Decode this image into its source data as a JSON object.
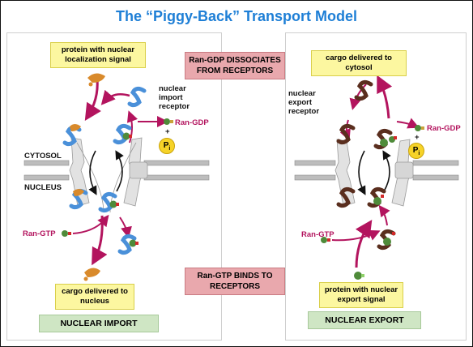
{
  "title": "The “Piggy-Back” Transport Model",
  "center": {
    "dissociates": "Ran-GDP DISSOCIATES FROM RECEPTORS",
    "binds": "Ran-GTP BINDS TO RECEPTORS"
  },
  "import": {
    "top_box": "protein with nuclear localization signal",
    "receptor_label": "nuclear import receptor",
    "ran_gdp": "Ran-GDP",
    "pi": "P",
    "pi_sub": "i",
    "plus": "+",
    "cytosol": "CYTOSOL",
    "nucleus": "NUCLEUS",
    "ran_gtp": "Ran-GTP",
    "bottom_box": "cargo delivered to nucleus",
    "footer": "NUCLEAR IMPORT"
  },
  "export": {
    "top_box": "cargo delivered to cytosol",
    "receptor_label": "nuclear export receptor",
    "ran_gdp": "Ran-GDP",
    "pi": "P",
    "pi_sub": "i",
    "plus": "+",
    "ran_gtp": "Ran-GTP",
    "bottom_box": "protein with nuclear export signal",
    "footer": "NUCLEAR EXPORT"
  },
  "colors": {
    "title": "#1e7fd6",
    "arrow": "#b3145e",
    "import_receptor": "#4a90d9",
    "export_receptor": "#5a2e1e",
    "import_cargo": "#d98a2b",
    "ran": "#4f8b3a",
    "gtp_tag": "#d22a2a"
  }
}
